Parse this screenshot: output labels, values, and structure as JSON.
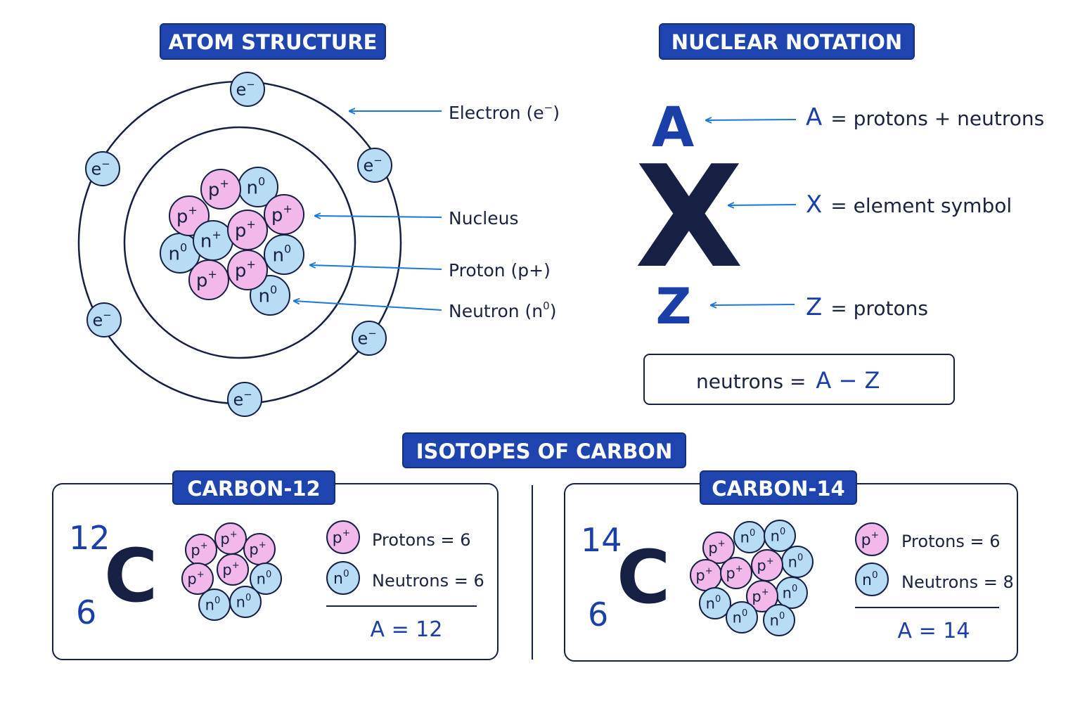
{
  "colors": {
    "header_bg": "#1e44b0",
    "navy": "#152042",
    "accent_blue": "#1a3fa8",
    "arrow_blue": "#1a78d8",
    "proton_fill": "#f3b8ea",
    "neutron_fill": "#b9dcf5",
    "electron_fill": "#b9dcf5"
  },
  "atom_structure": {
    "title": "ATOM STRUCTURE",
    "electron_symbol": "e",
    "electron_charge": "−",
    "proton_symbol": "p",
    "proton_charge": "+",
    "neutron_symbol": "n",
    "neutron_charge": "0",
    "labels": {
      "electron_text": "Electron (e",
      "electron_charge": "−",
      "electron_close": ")",
      "nucleus": "Nucleus",
      "proton": "Proton (p+)",
      "neutron_text": "Neutron (n",
      "neutron_charge": "0",
      "neutron_close": ")"
    }
  },
  "nuclear_notation": {
    "title": "NUCLEAR NOTATION",
    "mass_symbol": "A",
    "element_symbol": "X",
    "atomic_symbol": "Z",
    "mass_def_key": "A",
    "mass_def_text": "=  protons + neutrons",
    "element_def_key": "X",
    "element_def_text": "=  element symbol",
    "atomic_def_key": "Z",
    "atomic_def_text": "=  protons",
    "formula_text": "neutrons  =",
    "formula_expr": "A − Z"
  },
  "isotopes": {
    "title": "ISOTOPES OF CARBON",
    "cards": [
      {
        "title": "CARBON-12",
        "mass_number": "12",
        "atomic_number": "6",
        "symbol": "C",
        "protons_text": "Protons  =  6",
        "neutrons_text": "Neutrons  =  6",
        "mass_text": "A = 12"
      },
      {
        "title": "CARBON-14",
        "mass_number": "14",
        "atomic_number": "6",
        "symbol": "C",
        "protons_text": "Protons  =  6",
        "neutrons_text": "Neutrons  =  8",
        "mass_text": "A = 14"
      }
    ]
  }
}
